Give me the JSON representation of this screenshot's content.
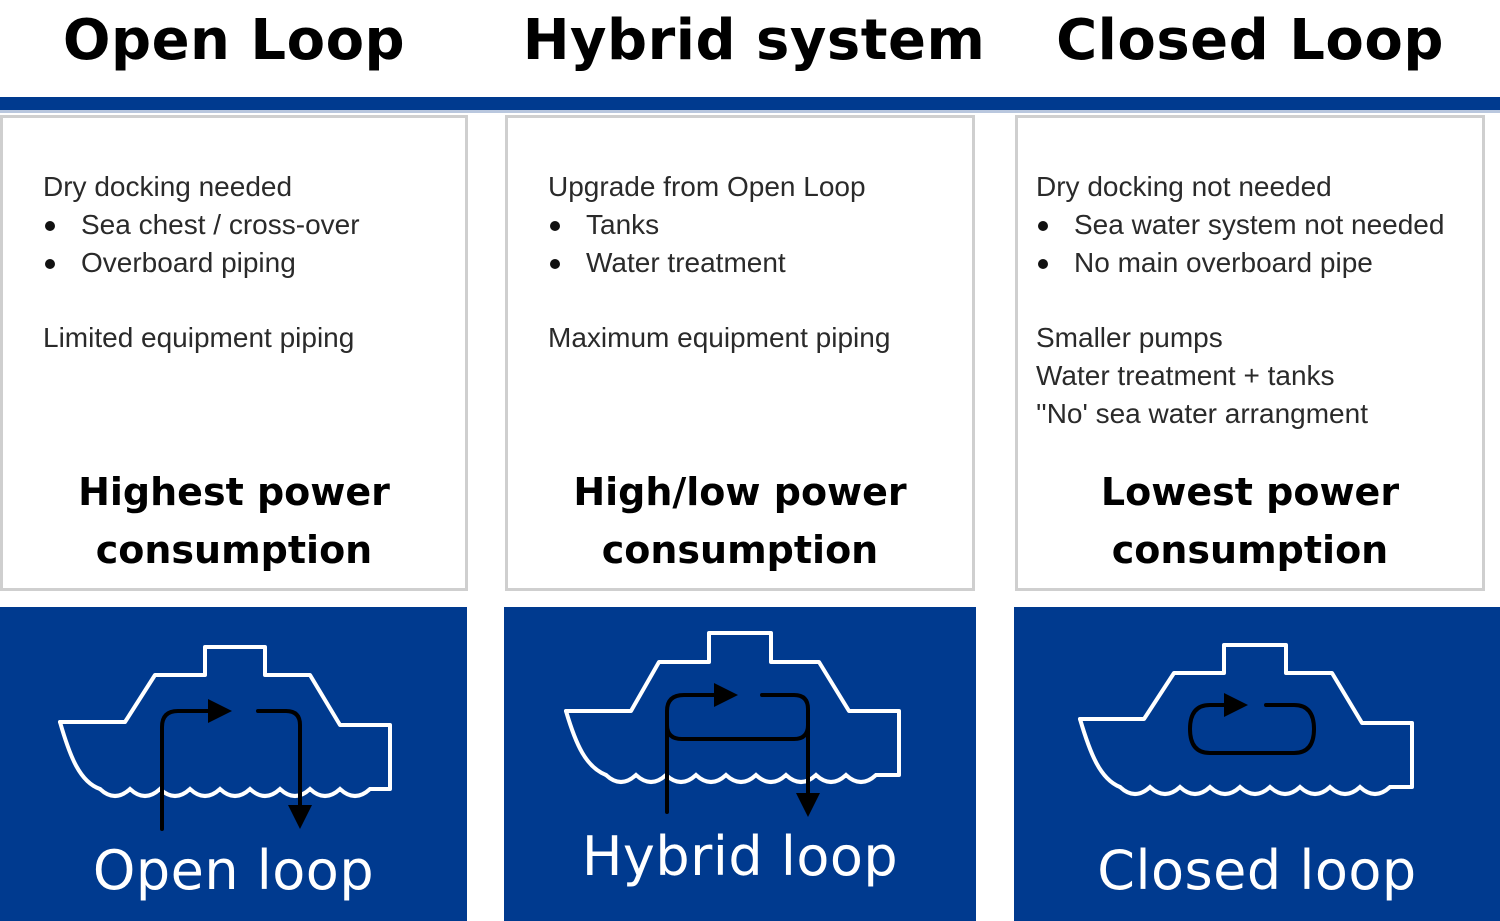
{
  "columns": [
    {
      "title": "Open Loop",
      "intro": "Dry docking needed",
      "bullets": [
        "Sea chest / cross-over",
        "Overboard piping"
      ],
      "notes": [
        "Limited equipment piping"
      ],
      "power_line1": "Highest power",
      "power_line2": "consumption",
      "tile_label": "Open loop"
    },
    {
      "title": "Hybrid system",
      "intro": "Upgrade from Open Loop",
      "bullets": [
        "Tanks",
        "Water treatment"
      ],
      "notes": [
        "Maximum equipment piping"
      ],
      "power_line1": "High/low power",
      "power_line2": "consumption",
      "tile_label": "Hybrid loop"
    },
    {
      "title": "Closed Loop",
      "intro": "Dry docking not needed",
      "bullets": [
        "Sea water system not needed",
        "No main overboard pipe"
      ],
      "notes": [
        "Smaller pumps",
        "Water treatment + tanks",
        "''No' sea water arrangment"
      ],
      "power_line1": "Lowest power",
      "power_line2": "consumption",
      "tile_label": "Closed loop"
    }
  ],
  "colors": {
    "header_rule": "#003a8f",
    "tile_background": "#003a8f",
    "panel_border": "#cfcfcf",
    "ship_outline": "#ffffff",
    "flow_arrow": "#000000"
  },
  "icons": [
    "ship-outline-icon",
    "flow-arrow-icon",
    "waves-icon"
  ]
}
